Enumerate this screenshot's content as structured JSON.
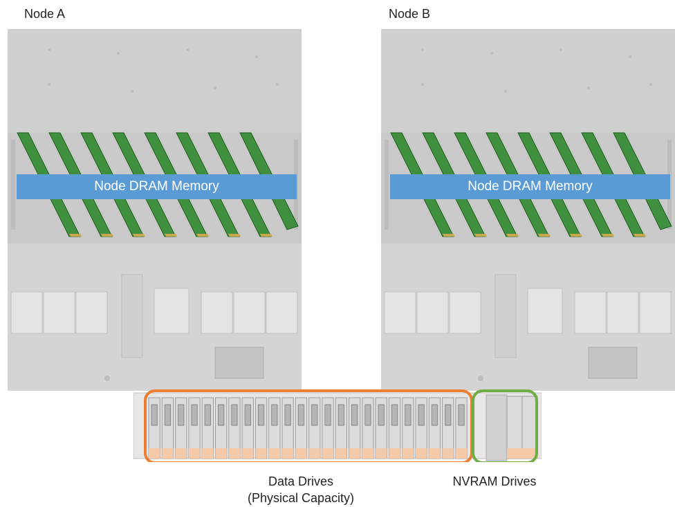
{
  "nodes": [
    {
      "title": "Node A",
      "memory_label": "Node DRAM Memory"
    },
    {
      "title": "Node B",
      "memory_label": "Node DRAM Memory"
    }
  ],
  "drives": {
    "data_label_line1": "Data Drives",
    "data_label_line2": "(Physical Capacity)",
    "nvram_label": "NVRAM Drives",
    "data_group_color": "#ed7d31",
    "nvram_group_color": "#70ad47"
  },
  "colors": {
    "dram_band": "#5b9bd5",
    "dimm_green": "#3f8f3f"
  }
}
